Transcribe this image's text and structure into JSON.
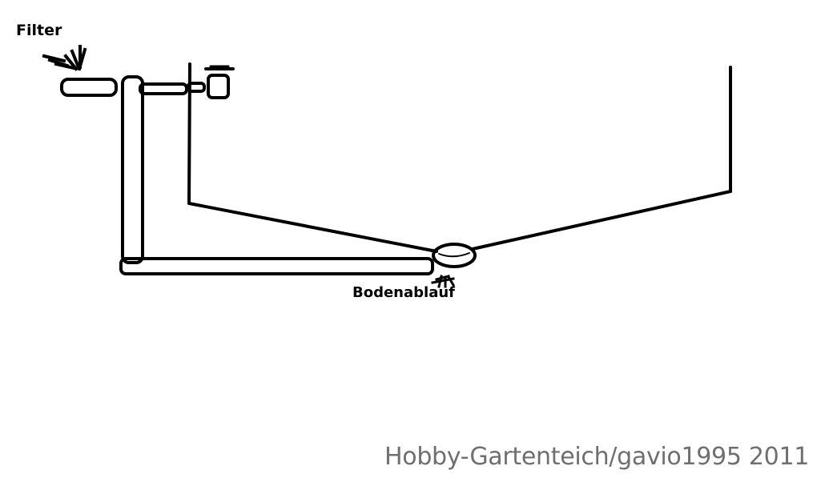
{
  "labels": {
    "filter": "Filter",
    "bottom_drain": "Bodenablauf"
  },
  "watermark": "Hobby-Gartenteich/gavio1995 2011",
  "colors": {
    "ink": "#000000",
    "background": "#ffffff",
    "watermark": "#6f6f6f"
  }
}
